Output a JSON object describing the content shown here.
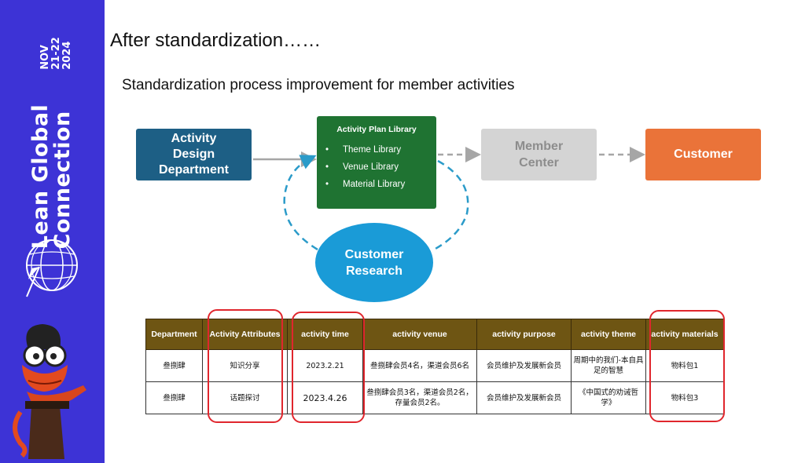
{
  "sidebar": {
    "brand_line1": "Lean Global",
    "brand_line2": "Connection",
    "date_line1": "NOV",
    "date_line2": "21-22",
    "date_line3": "2024",
    "icons": [
      "globe-logo-icon",
      "mascot-at-podium-icon"
    ],
    "bg_color": "#3d33d6"
  },
  "slide": {
    "title": "After standardization……",
    "subtitle": "Standardization process improvement for member activities"
  },
  "flow": {
    "design_dept": "Activity Design Department",
    "plan_library": {
      "title": "Activity Plan Library",
      "items": [
        "Theme Library",
        "Venue Library",
        "Material Library"
      ]
    },
    "member_center": "Member Center",
    "customer": "Customer",
    "customer_research": "Customer Research",
    "colors": {
      "design_dept": "#1d5f85",
      "plan_library": "#1f7332",
      "member_center": "#d4d4d4",
      "customer": "#ea7339",
      "customer_research": "#1a9bd7"
    }
  },
  "table": {
    "headers": [
      "Department",
      "Activity Attributes",
      "activity time",
      "activity venue",
      "activity purpose",
      "activity theme",
      "activity materials"
    ],
    "rows": [
      [
        "叁捌肆",
        "知识分享",
        "2023.2.21",
        "叁捌肆会员4名，渠道会员6名",
        "会员维护及发展新会员",
        "周期中的我们-本自具足的智慧",
        "物料包1"
      ],
      [
        "叁捌肆",
        "话题探讨",
        "2023.4.26",
        "叁捌肆会员3名，渠道会员2名，存量会员2名。",
        "会员维护及发展新会员",
        "《中国式的劝诫哲学》",
        "物料包3"
      ]
    ],
    "header_color": "#6e5513",
    "highlight_color": "#e0262d",
    "highlighted_columns": [
      "Activity Attributes",
      "activity time",
      "activity materials"
    ]
  }
}
